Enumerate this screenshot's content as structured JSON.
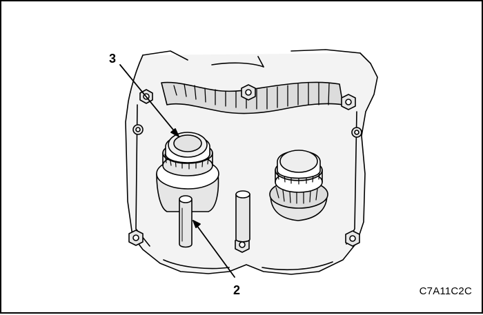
{
  "callouts": {
    "label_3": "3",
    "label_2": "2"
  },
  "figure": {
    "code": "C7A11C2C"
  },
  "colors": {
    "ink": "#000000",
    "paper": "#ffffff",
    "shade": "#e6e6e6",
    "dark_shade": "#cfcfcf"
  }
}
